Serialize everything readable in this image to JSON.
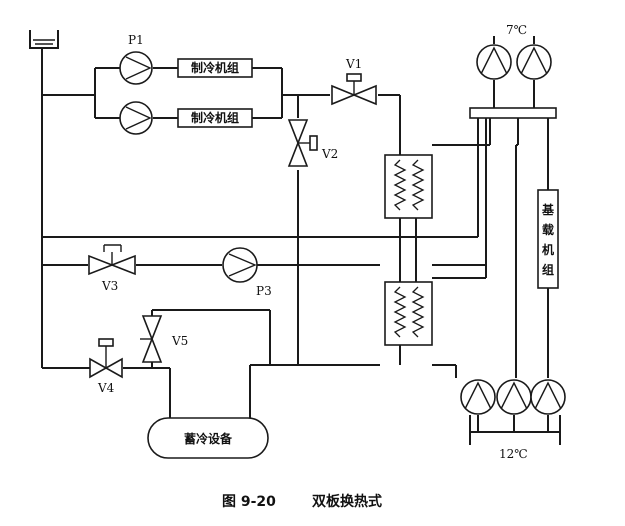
{
  "units": {
    "chiller_1": "制冷机组",
    "chiller_2": "制冷机组",
    "storage": "蓄冷设备",
    "base_chiller": [
      "基",
      "载",
      "机",
      "组"
    ]
  },
  "labels": {
    "p1": "P1",
    "p3": "P3",
    "v1": "V1",
    "v2": "V2",
    "v3": "V3",
    "v4": "V4",
    "v5": "V5",
    "temp_supply": "7℃",
    "temp_return": "12℃"
  },
  "caption": {
    "figure": "图 9-20",
    "title": "双板换热式"
  }
}
